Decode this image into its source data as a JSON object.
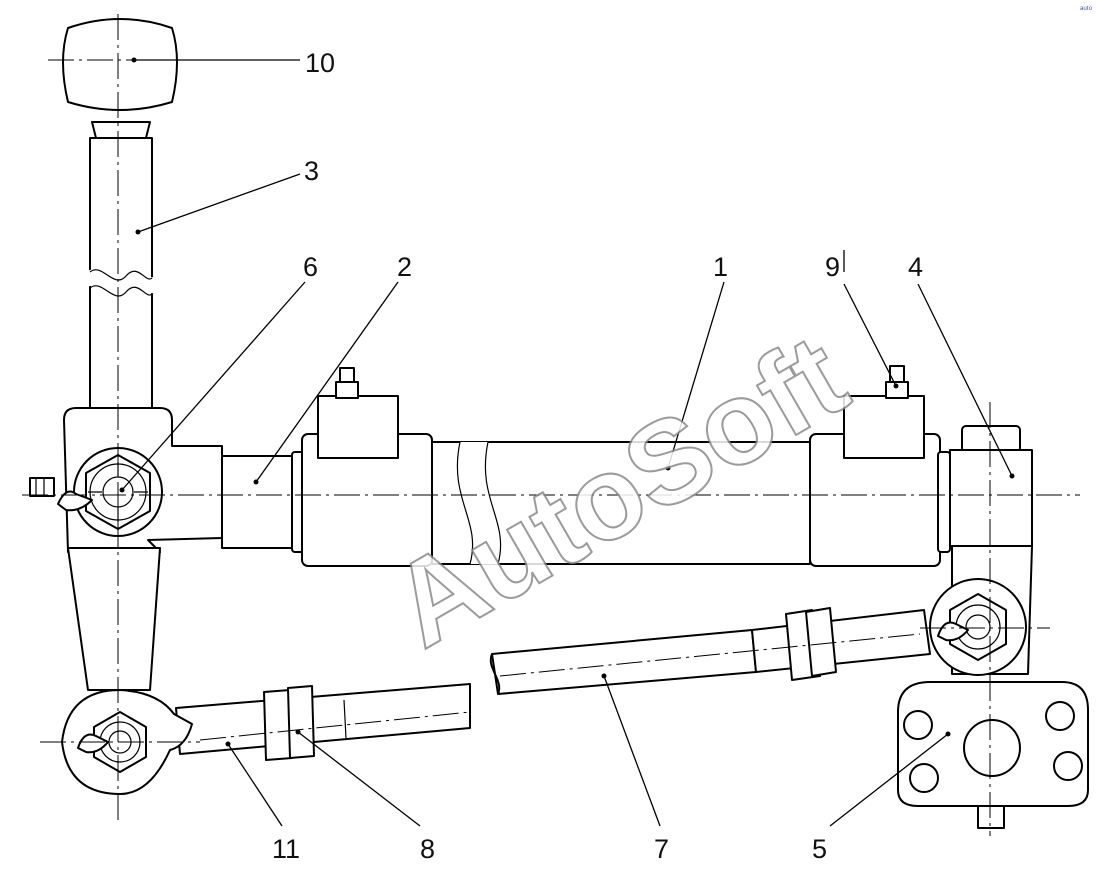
{
  "diagram": {
    "callouts": [
      {
        "id": "c10",
        "label": "10"
      },
      {
        "id": "c3",
        "label": "3"
      },
      {
        "id": "c6",
        "label": "6"
      },
      {
        "id": "c2",
        "label": "2"
      },
      {
        "id": "c1",
        "label": "1"
      },
      {
        "id": "c9",
        "label": "9"
      },
      {
        "id": "c4",
        "label": "4"
      },
      {
        "id": "c11",
        "label": "11"
      },
      {
        "id": "c8",
        "label": "8"
      },
      {
        "id": "c7",
        "label": "7"
      },
      {
        "id": "c5",
        "label": "5"
      }
    ],
    "watermark": "AutoSoft",
    "corner_mark": "ᵃᵘᵗᵒ"
  },
  "colors": {
    "line": "#000000",
    "background": "#ffffff",
    "watermark_outline": "#8a8a8a"
  }
}
